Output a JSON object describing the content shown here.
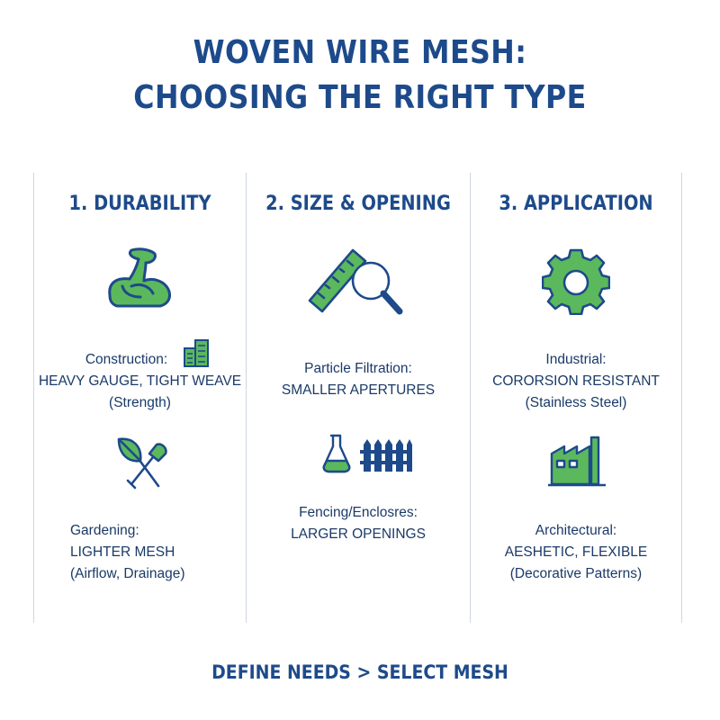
{
  "title": {
    "line1": "WOVEN WIRE MESH:",
    "line2": "CHOOSING THE RIGHT TYPE"
  },
  "colors": {
    "navy": "#1d4a8a",
    "green": "#5cb85c",
    "divider": "#cfd6df"
  },
  "columns": [
    {
      "heading": "1. DURABILITY",
      "icon": "flexed-arm-icon",
      "blocks": [
        {
          "label": "Construction:",
          "value": "HEAVY GAUGE, TIGHT WEAVE",
          "note": "(Strength)",
          "icon": "building-icon"
        },
        {
          "label": "Gardening:",
          "value": "LIGHTER MESH",
          "note": "(Airflow, Drainage)",
          "icon": "leaf-trowel-icon"
        }
      ]
    },
    {
      "heading": "2. SIZE & OPENING",
      "icon": "ruler-magnifier-icon",
      "blocks": [
        {
          "label": "Particle Filtration:",
          "value": "SMALLER APERTURES",
          "icon": "flask-fence-icon"
        },
        {
          "label": "Fencing/Enclosres:",
          "value": "LARGER OPENINGS"
        }
      ]
    },
    {
      "heading": "3. APPLICATION",
      "icon": "gear-icon",
      "blocks": [
        {
          "label": "Industrial:",
          "value": "CORORSION RESISTANT",
          "note": "(Stainless Steel)",
          "icon": "factory-icon"
        },
        {
          "label": "Architectural:",
          "value": "AESHETIC, FLEXIBLE",
          "note": "(Decorative Patterns)"
        }
      ]
    }
  ],
  "footer": "DEFINE NEEDS > SELECT MESH"
}
